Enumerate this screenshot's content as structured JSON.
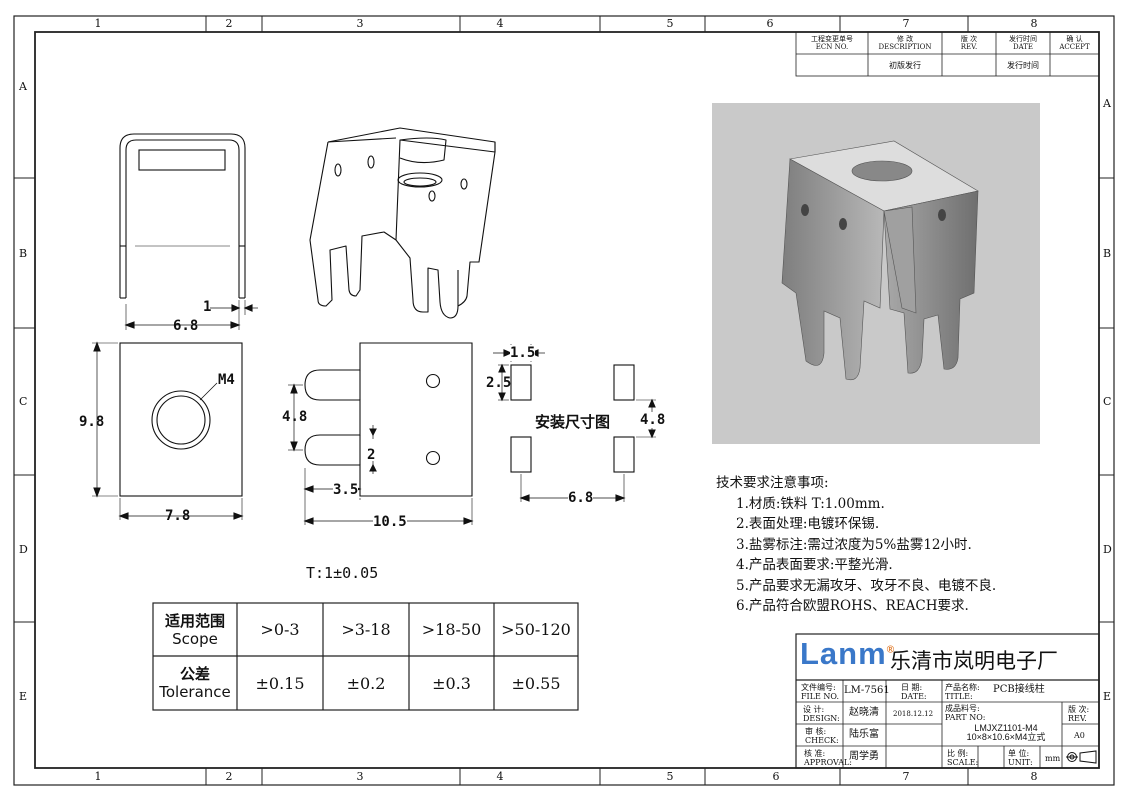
{
  "zones": {
    "top": [
      "1",
      "2",
      "3",
      "4",
      "5",
      "6",
      "7",
      "8"
    ],
    "bottom": [
      "1",
      "2",
      "3",
      "4",
      "5",
      "6",
      "7",
      "8"
    ],
    "left": [
      "A",
      "B",
      "C",
      "D",
      "E"
    ],
    "right": [
      "A",
      "B",
      "C",
      "D",
      "E"
    ]
  },
  "revision_block": {
    "headers": [
      {
        "cn": "工程变更单号",
        "en": "ECN NO."
      },
      {
        "cn": "修  改",
        "en": "DESCRIPTION"
      },
      {
        "cn": "版  次",
        "en": "REV."
      },
      {
        "cn": "发行时间",
        "en": "DATE"
      },
      {
        "cn": "确  认",
        "en": "ACCEPT"
      }
    ],
    "row": {
      "description": "初版发行",
      "date": "发行时间"
    }
  },
  "dimensions": {
    "front_width": "6.8",
    "front_leg": "1",
    "top_height": "9.8",
    "top_width": "7.8",
    "thread": "M4",
    "side_height": "4.8",
    "side_gap": "2",
    "side_leg": "3.5",
    "side_length": "10.5",
    "pad_width": "1.5",
    "pad_height": "2.5",
    "pad_spacing_v": "4.8",
    "pad_spacing_h": "6.8",
    "install_title": "安装尺寸图",
    "thickness": "T:1±0.05"
  },
  "tolerance_table": {
    "row1_label": [
      "适用范围",
      "Scope"
    ],
    "row2_label": [
      "公差",
      "Tolerance"
    ],
    "ranges": [
      ">0-3",
      ">3-18",
      ">18-50",
      ">50-120"
    ],
    "tolerances": [
      "±0.15",
      "±0.2",
      "±0.3",
      "±0.55"
    ]
  },
  "notes": {
    "title": "技术要求注意事项:",
    "items": [
      "1.材质:铁料   T:1.00mm.",
      "2.表面处理:电镀环保锡.",
      "3.盐雾标注:需过浓度为5%盐雾12小时.",
      "4.产品表面要求:平整光滑.",
      "5.产品要求无漏攻牙、攻牙不良、电镀不良.",
      "6.产品符合欧盟ROHS、REACH要求."
    ]
  },
  "title_block": {
    "logo": "Lanm",
    "logo_mark": "®",
    "company": "乐清市岚明电子厂",
    "file_no_label": [
      "文件编号:",
      "FILE NO."
    ],
    "file_no": "LM-7561",
    "date_label": [
      "日  期:",
      "DATE:"
    ],
    "product_name_label": [
      "产品名称:",
      "TITLE:"
    ],
    "product_name": "PCB接线柱",
    "design_label": [
      "设  计:",
      "DESIGN:"
    ],
    "designer": "赵晓清",
    "design_date": "2018.12.12",
    "part_no_label": [
      "成品料号:",
      "PART NO:"
    ],
    "part_no": "LMJXZ1101-M4",
    "part_desc": "10×8×10.6×M4立式",
    "rev_label": [
      "版  次:",
      "REV."
    ],
    "rev": "A0",
    "check_label": [
      "审  核:",
      "CHECK:"
    ],
    "checker": "陆乐富",
    "approval_label": [
      "核  准:",
      "APPROVAL:"
    ],
    "approver": "周学勇",
    "scale_label": [
      "比  例:",
      "SCALE:"
    ],
    "unit_label": [
      "单  位:",
      "UNIT:"
    ],
    "unit": "mm"
  }
}
